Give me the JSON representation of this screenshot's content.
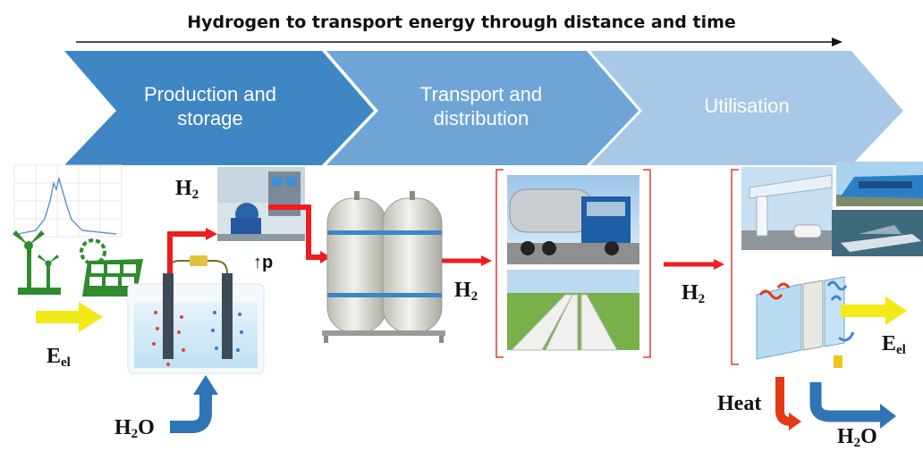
{
  "header": {
    "title": "Hydrogen to transport energy through distance and time"
  },
  "stages": [
    {
      "line1": "Production and",
      "line2": "storage"
    },
    {
      "line1": "Transport and",
      "line2": "distribution"
    },
    {
      "line1": "Utilisation",
      "line2": ""
    }
  ],
  "labels": {
    "h2_top": {
      "main": "H",
      "sub": "2"
    },
    "pressure": "↑p",
    "h2_storage": {
      "main": "H",
      "sub": "2"
    },
    "h2_use": {
      "main": "H",
      "sub": "2"
    },
    "eel_left": {
      "main": "E",
      "sub": "el"
    },
    "eel_right": {
      "main": "E",
      "sub": "el"
    },
    "h2o_in": {
      "main": "H",
      "sub": "2",
      "tail": "O"
    },
    "h2o_out": {
      "main": "H",
      "sub": "2",
      "tail": "O"
    },
    "heat": "Heat"
  },
  "colors": {
    "chevron_1": "#3f86c4",
    "chevron_2": "#6ea5d6",
    "chevron_3": "#a7c9e7",
    "h2_flow": "#ee1c1c",
    "electricity": "#f2ea16",
    "water_arrow": "#2f74b5",
    "heat_arrow": "#e33a14",
    "green_icons": "#2e8b2e"
  }
}
